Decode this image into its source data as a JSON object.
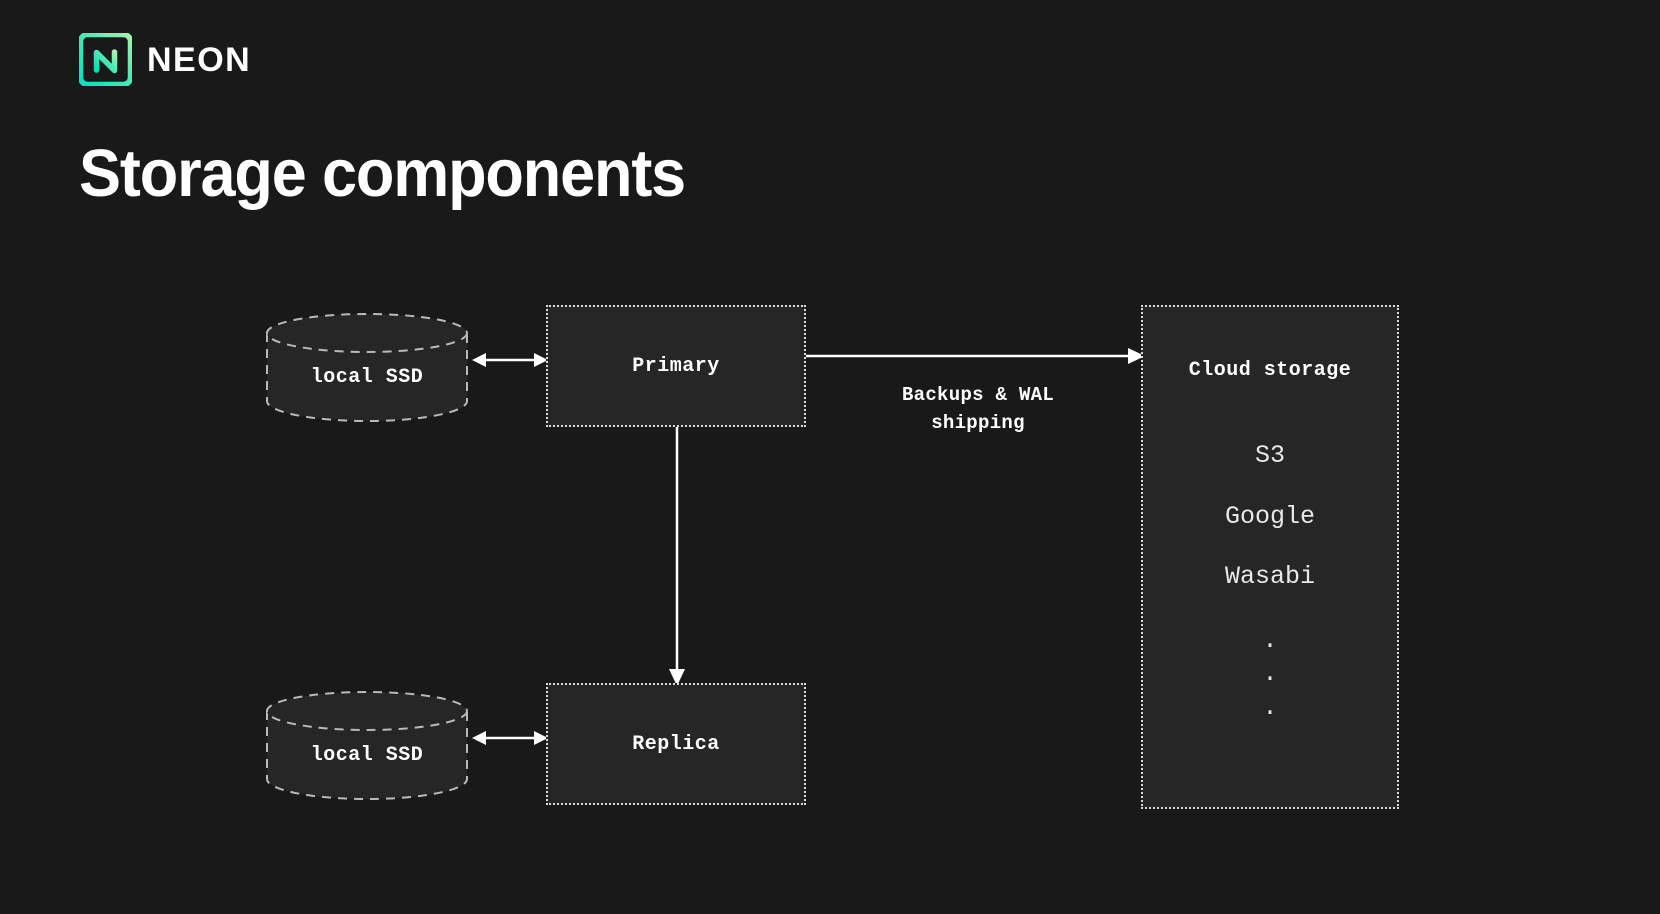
{
  "brand": {
    "logo_icon": "neon-logo-mark",
    "wordmark": "NEON",
    "gradient_start": "#00e0bd",
    "gradient_end": "#aaf0ac"
  },
  "page": {
    "title": "Storage components",
    "background_color": "#191919",
    "node_fill_color": "#262626",
    "stroke_color": "#d8d8d8",
    "text_color": "#ffffff"
  },
  "diagram": {
    "nodes": {
      "ssd_primary": {
        "label": "local SSD",
        "shape": "cylinder"
      },
      "ssd_replica": {
        "label": "local SSD",
        "shape": "cylinder"
      },
      "primary": {
        "label": "Primary",
        "shape": "dotted-box"
      },
      "replica": {
        "label": "Replica",
        "shape": "dotted-box"
      },
      "cloud": {
        "label": "Cloud storage",
        "shape": "dotted-box",
        "items": [
          "S3",
          "Google",
          "Wasabi"
        ],
        "ellipsis": [
          ".",
          ".",
          "."
        ]
      }
    },
    "edges": {
      "ssd_primary_link": {
        "label": "",
        "arrow": "double"
      },
      "ssd_replica_link": {
        "label": "",
        "arrow": "double"
      },
      "primary_to_cloud": {
        "label": "Backups & WAL shipping",
        "arrow": "single-right"
      },
      "primary_to_replica": {
        "label": "",
        "arrow": "single-down"
      }
    }
  }
}
